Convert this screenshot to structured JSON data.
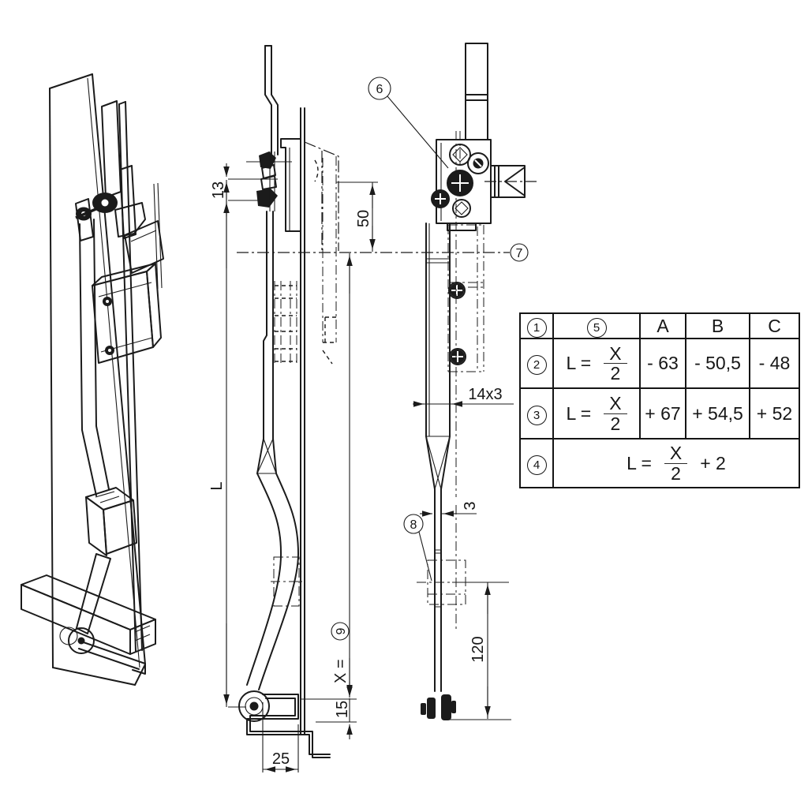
{
  "callouts": {
    "lock_mechanism": "6",
    "centerline": "7",
    "guide_bracket": "8",
    "x_reference": "9"
  },
  "dimensions": {
    "offset_13": "13",
    "height_50": "50",
    "length_l": "L",
    "x_label": "X =",
    "foot_15": "15",
    "width_25": "25",
    "bar_section": "14x3",
    "strip_3": "3",
    "bottom_120": "120"
  },
  "table": {
    "headers": {
      "ref_col": "1",
      "part_col": "5",
      "a": "A",
      "b": "B",
      "c": "C"
    },
    "row2": {
      "ref": "2",
      "lhs": "L =",
      "num": "X",
      "den": "2",
      "a": "- 63",
      "b": "- 50,5",
      "c": "- 48"
    },
    "row3": {
      "ref": "3",
      "lhs": "L =",
      "num": "X",
      "den": "2",
      "a": "+ 67",
      "b": "+ 54,5",
      "c": "+ 52"
    },
    "row4": {
      "ref": "4",
      "lhs": "L =",
      "num": "X",
      "den": "2",
      "suffix": "+ 2"
    }
  }
}
